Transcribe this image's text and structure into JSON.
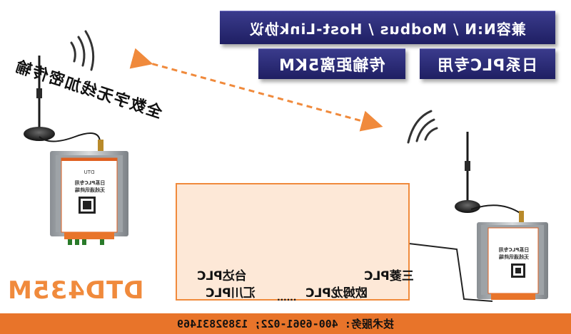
{
  "banners": {
    "protocols": "兼容N:N / Modbus / Host-Link协议",
    "distance": "传输距离5KM",
    "plc": "日系PLC专用"
  },
  "slogan": "全数字无线加密传输",
  "plc_panel": {
    "mitsubishi": "三菱PLC",
    "omron": "欧姆龙PLC",
    "delta": "台达PLC",
    "inovance": "汇川PLC",
    "more": "......"
  },
  "device": {
    "line1": "日系PLC专用",
    "line2": "无线通讯终端"
  },
  "model_name": "DTD435M",
  "support": "技术服务: 400-6961-022; 13892831469",
  "colors": {
    "banner": "#2a2b75",
    "accent": "#f08a3c",
    "bar": "#e8742a",
    "panel": "#fde8d7"
  }
}
